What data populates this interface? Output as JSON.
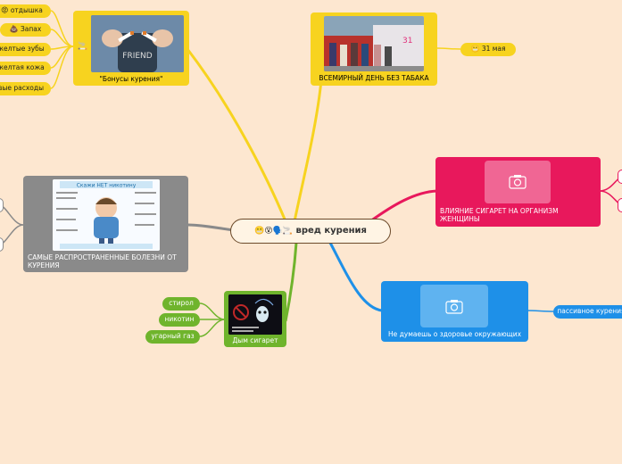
{
  "center": {
    "emoji": "😬😵🗣️🚬",
    "title": "вред курения"
  },
  "bonuses": {
    "emoji": "🚬",
    "title": "\"Бонусы курения\"",
    "items": [
      {
        "emoji": "😡",
        "label": "отдышка"
      },
      {
        "emoji": "💩",
        "label": "Запах"
      },
      {
        "label": "желтые зубы"
      },
      {
        "label": "желтая кожа"
      },
      {
        "label": "вые расходы"
      }
    ]
  },
  "noTobacco": {
    "title": "ВСЕМИРНЫЙ ДЕНЬ БЕЗ ТАБАКА",
    "date": {
      "emoji": "😬",
      "label": "31 мая"
    }
  },
  "women": {
    "title": "ВЛИЯНИЕ СИГАРЕТ НА ОРГАНИЗМ ЖЕНЩИНЫ"
  },
  "others": {
    "title": "Не думаешь о здоровье окружающих",
    "item": "пассивное курения"
  },
  "diseases": {
    "title": "САМЫЕ РАСПРОСТРАНЕННЫЕ БОЛЕЗНИ ОТ КУРЕНИЯ",
    "poster": "Скажи НЕТ никотину"
  },
  "smoke": {
    "title": "Дым сигарет",
    "items": [
      "стирол",
      "никотин",
      "угарный газ"
    ]
  },
  "colors": {
    "yellow": "#f7d31f",
    "green": "#6fb42c",
    "blue": "#1e90e8",
    "pink": "#e8185c",
    "gray": "#8a8a8a",
    "bg": "#fde7d0"
  },
  "icons": {
    "placeholder": "camera-icon"
  }
}
